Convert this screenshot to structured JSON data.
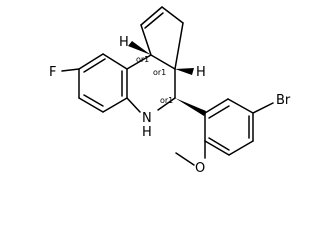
{
  "atoms": [
    {
      "id": "F",
      "text": "F"
    },
    {
      "id": "NH",
      "text": "N",
      "sub": "H"
    },
    {
      "id": "Br",
      "text": "Br"
    },
    {
      "id": "O",
      "text": "O"
    }
  ],
  "stereo_labels": [
    {
      "id": "c9b",
      "text": "or1"
    },
    {
      "id": "c3a",
      "text": "or1"
    },
    {
      "id": "c4",
      "text": "or1"
    }
  ],
  "stereo_hydrogens": [
    {
      "id": "h9b",
      "text": "H"
    },
    {
      "id": "h3a",
      "text": "H"
    }
  ]
}
